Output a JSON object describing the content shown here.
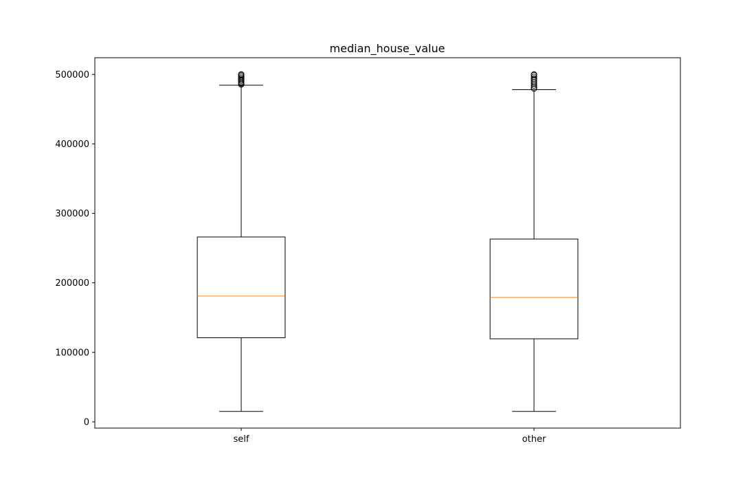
{
  "chart_data": {
    "type": "boxplot",
    "title": "median_house_value",
    "xlabel": "",
    "ylabel": "",
    "categories": [
      "self",
      "other"
    ],
    "ylim": [
      -9000,
      524000
    ],
    "yticks": [
      0,
      100000,
      200000,
      300000,
      400000,
      500000
    ],
    "ytick_labels": [
      "0",
      "100000",
      "200000",
      "300000",
      "400000",
      "500000"
    ],
    "grid": false,
    "boxes": [
      {
        "label": "self",
        "whisker_low": 14999,
        "q1": 121000,
        "median": 181000,
        "q3": 266000,
        "whisker_high": 484500,
        "fliers": [
          485500,
          487000,
          489000,
          491000,
          493000,
          495000,
          497000,
          499000,
          500001
        ]
      },
      {
        "label": "other",
        "whisker_low": 14999,
        "q1": 119500,
        "median": 179000,
        "q3": 263000,
        "whisker_high": 478000,
        "fliers": [
          479500,
          481500,
          484000,
          486500,
          489000,
          491500,
          494000,
          496500,
          499000,
          500001
        ]
      }
    ],
    "colors": {
      "box": "#000000",
      "median": "#ff7f0e",
      "flier": "#000000"
    }
  }
}
